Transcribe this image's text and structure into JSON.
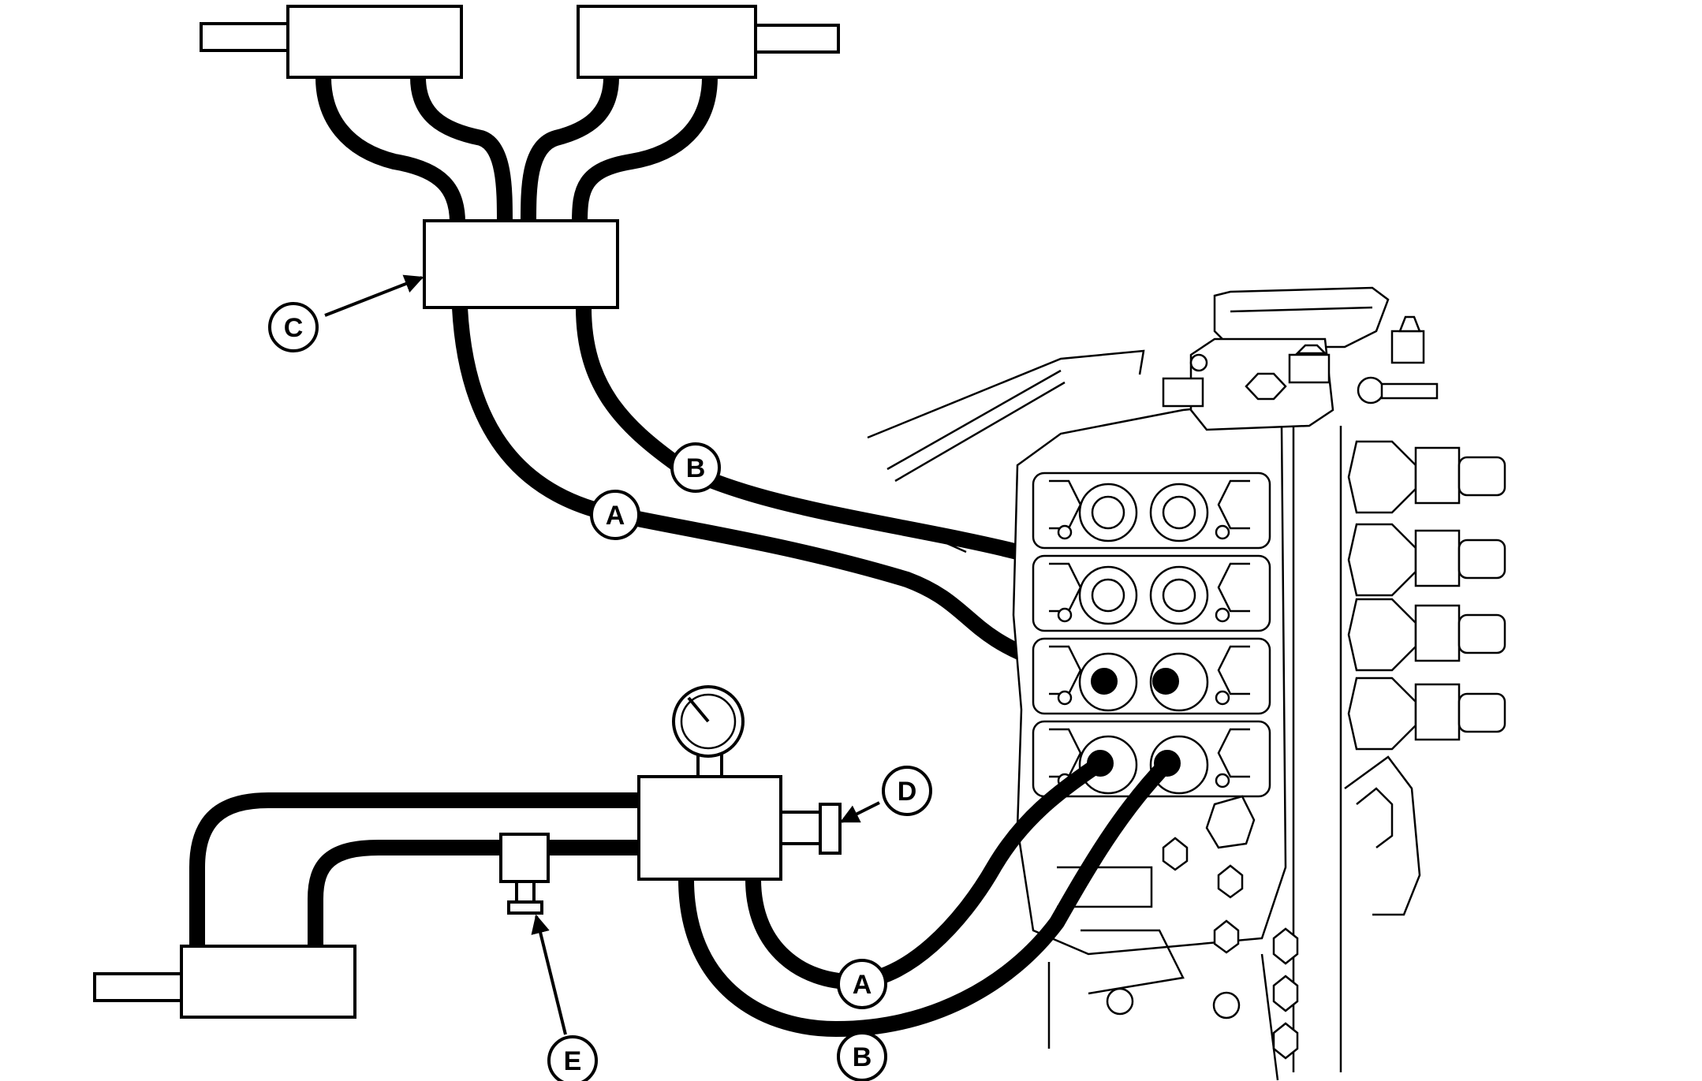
{
  "callouts": {
    "C": "C",
    "B_upper": "B",
    "A_upper": "A",
    "D": "D",
    "E": "E",
    "A_lower": "A",
    "B_lower": "B"
  }
}
